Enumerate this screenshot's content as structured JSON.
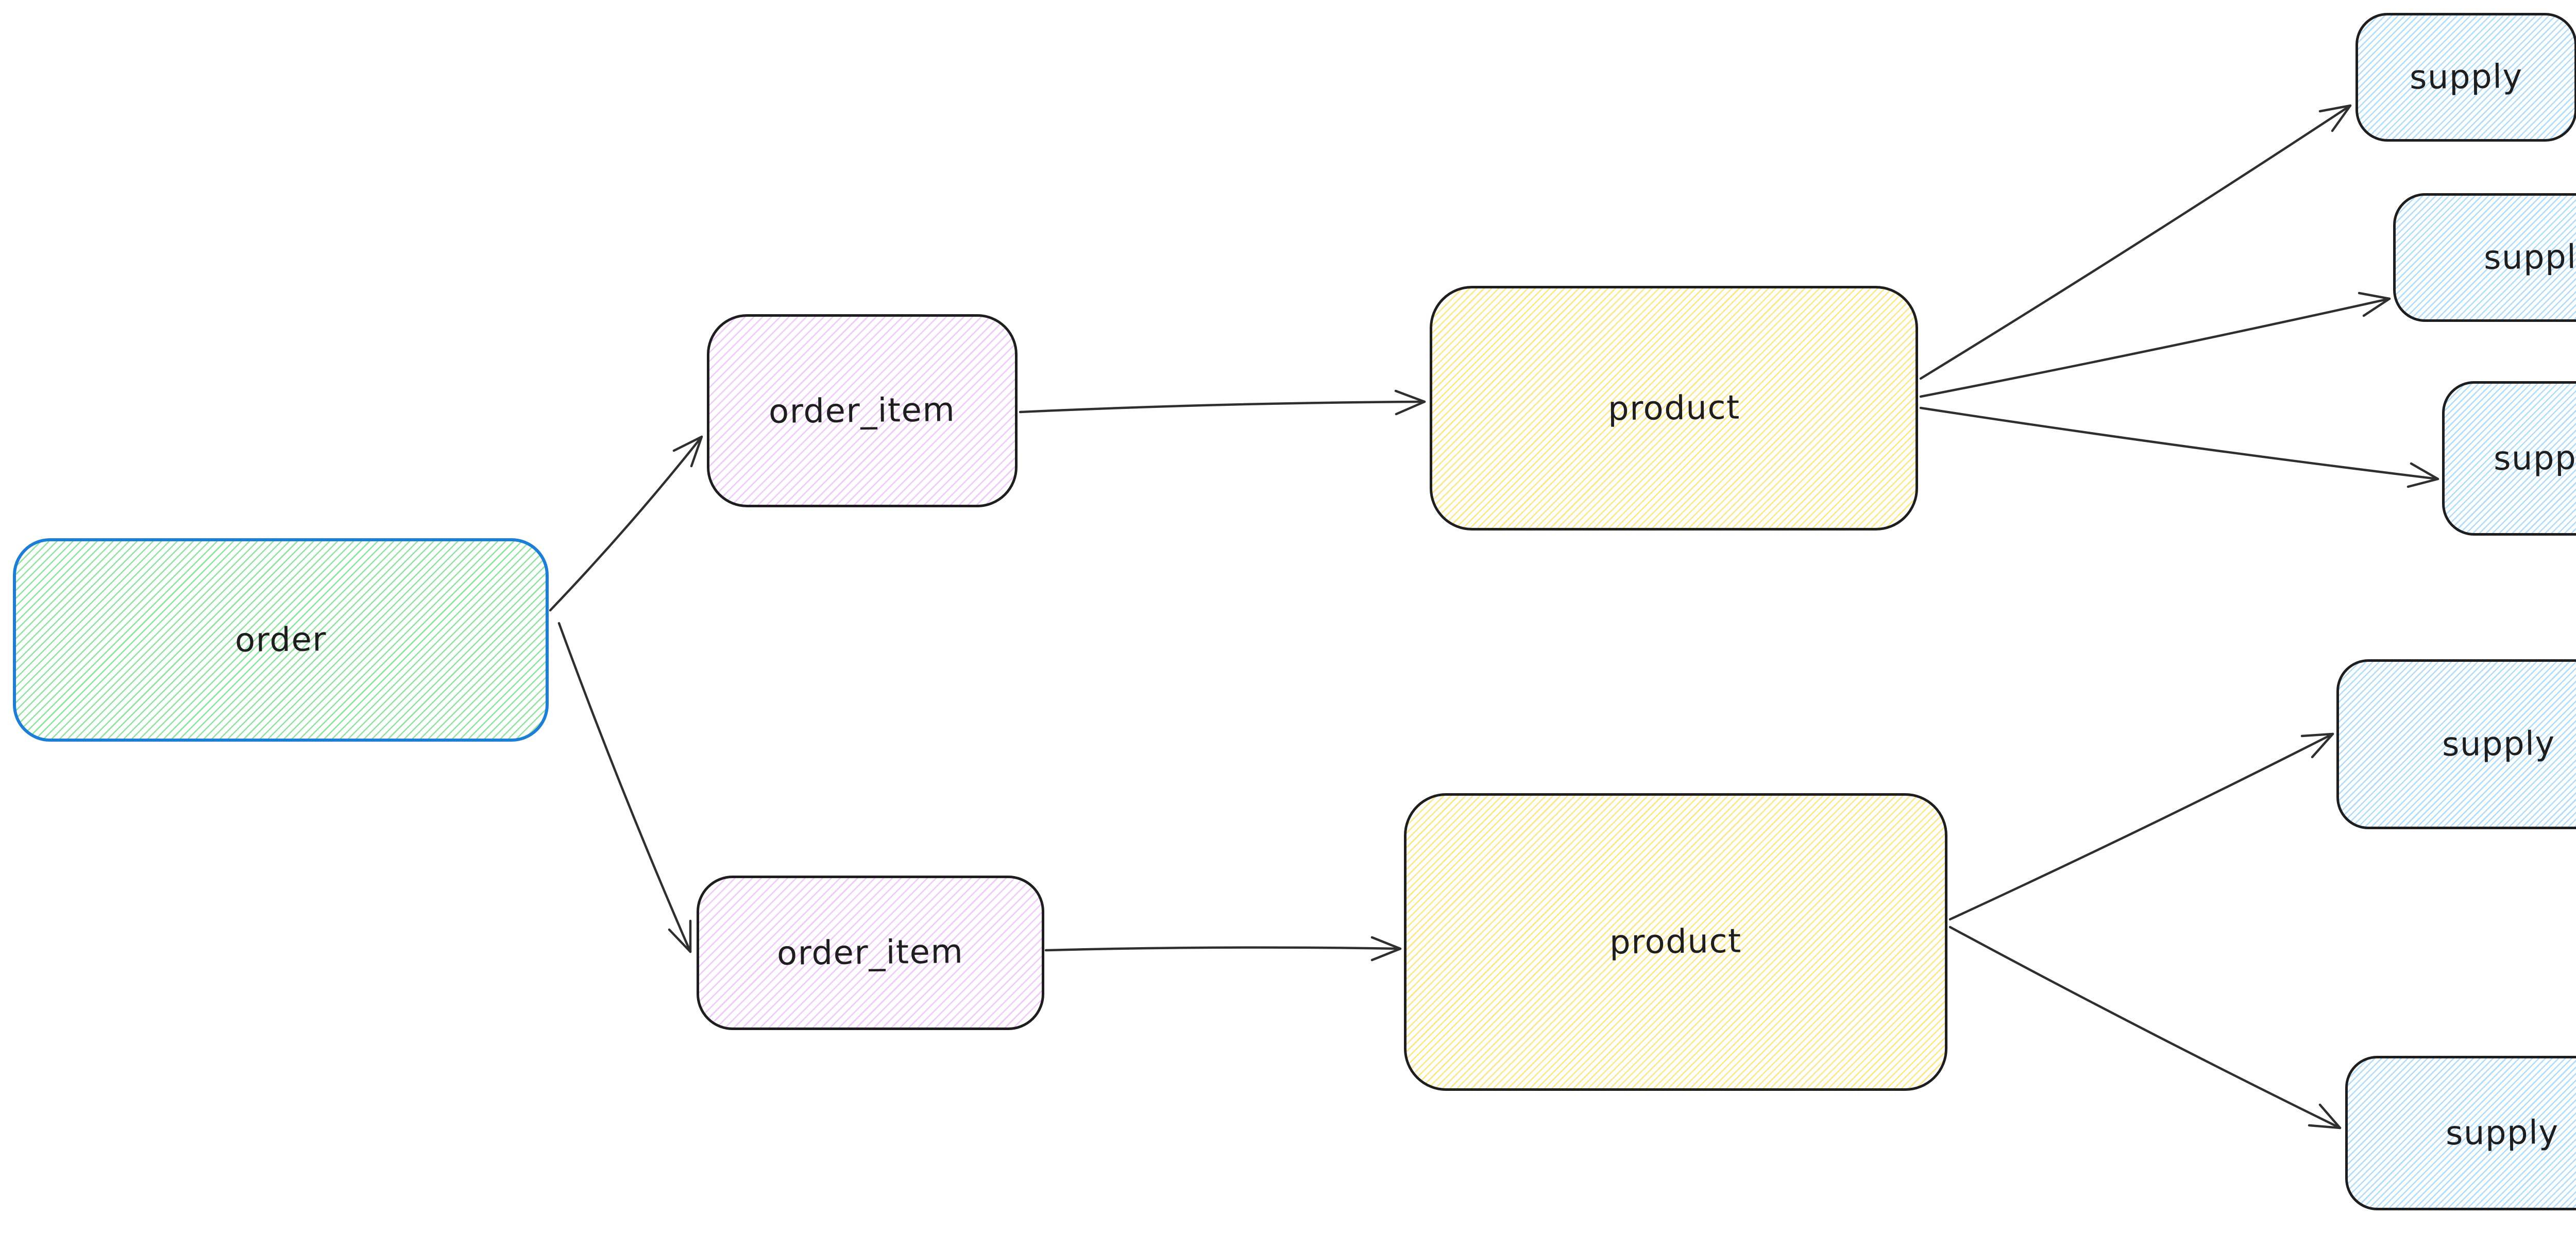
{
  "app": {
    "kind": "hand-drawn entity diagram",
    "canvas_background": "#ffffff",
    "arrow_color": "#2f2f2f",
    "text_color": "#1e1e1e"
  },
  "diagram": {
    "nodes": [
      {
        "id": "order",
        "label": "order",
        "stroke": "#1c7ed6",
        "hachure_color": "#69db7c",
        "fill_style": "hachure"
      },
      {
        "id": "order_item_1",
        "label": "order_item",
        "stroke": "#1e1e1e",
        "hachure_color": "#eebefa",
        "fill_style": "hachure"
      },
      {
        "id": "order_item_2",
        "label": "order_item",
        "stroke": "#1e1e1e",
        "hachure_color": "#eebefa",
        "fill_style": "hachure"
      },
      {
        "id": "product_1",
        "label": "product",
        "stroke": "#1e1e1e",
        "hachure_color": "#ffe066",
        "fill_style": "hachure"
      },
      {
        "id": "product_2",
        "label": "product",
        "stroke": "#1e1e1e",
        "hachure_color": "#ffe066",
        "fill_style": "hachure"
      },
      {
        "id": "supply_1",
        "label": "supply",
        "stroke": "#1e1e1e",
        "hachure_color": "#a5d8ff",
        "fill_style": "hachure"
      },
      {
        "id": "supply_2",
        "label": "supply",
        "stroke": "#1e1e1e",
        "hachure_color": "#a5d8ff",
        "fill_style": "hachure"
      },
      {
        "id": "supply_3",
        "label": "supply",
        "stroke": "#1e1e1e",
        "hachure_color": "#a5d8ff",
        "fill_style": "hachure"
      },
      {
        "id": "supply_4",
        "label": "supply",
        "stroke": "#1e1e1e",
        "hachure_color": "#a5d8ff",
        "fill_style": "hachure"
      },
      {
        "id": "supply_5",
        "label": "supply",
        "stroke": "#1e1e1e",
        "hachure_color": "#a5d8ff",
        "fill_style": "hachure"
      }
    ],
    "edges": [
      {
        "from": "order",
        "to": "order_item_1"
      },
      {
        "from": "order",
        "to": "order_item_2"
      },
      {
        "from": "order_item_1",
        "to": "product_1"
      },
      {
        "from": "order_item_2",
        "to": "product_2"
      },
      {
        "from": "product_1",
        "to": "supply_1"
      },
      {
        "from": "product_1",
        "to": "supply_2"
      },
      {
        "from": "product_1",
        "to": "supply_3"
      },
      {
        "from": "product_2",
        "to": "supply_4"
      },
      {
        "from": "product_2",
        "to": "supply_5"
      }
    ]
  }
}
